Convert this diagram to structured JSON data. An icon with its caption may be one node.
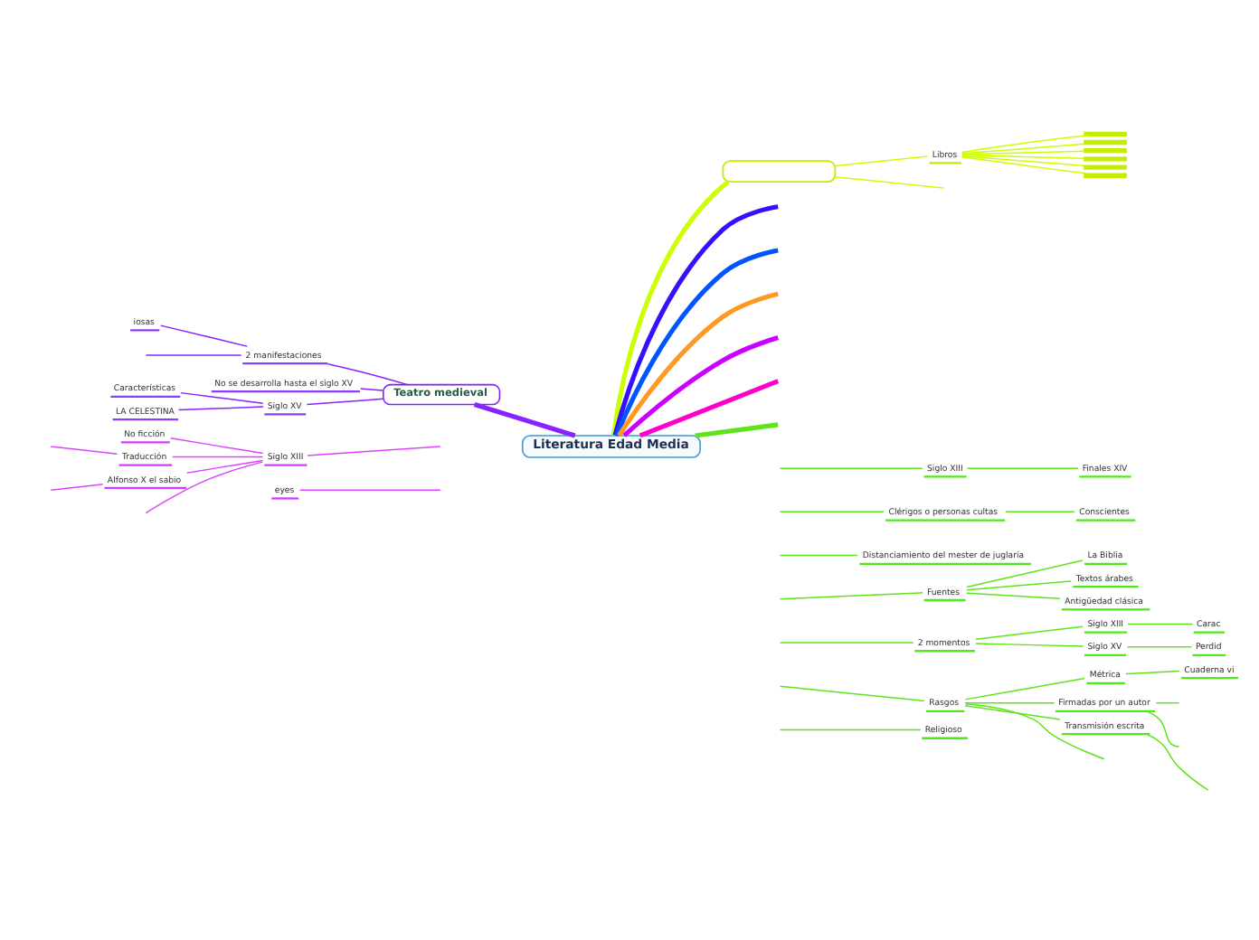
{
  "diagram": {
    "nodes": [
      {
        "text": [
          "Literatura Edad Media"
        ]
      },
      {
        "text": [
          "Teatro medieval"
        ]
      },
      {
        "text": [
          "2 manifestaciones"
        ]
      },
      {
        "text": [
          "iosas"
        ]
      },
      {
        "text": [
          "No se desarrolla hasta el siglo XV"
        ]
      },
      {
        "text": [
          "Siglo XV"
        ]
      },
      {
        "text": [
          "Características"
        ]
      },
      {
        "text": [
          "LA CELESTINA"
        ]
      },
      {
        "text": [
          "Siglo XIII"
        ]
      },
      {
        "text": [
          "No ficción"
        ]
      },
      {
        "text": [
          "Traducción"
        ]
      },
      {
        "text": [
          "Alfonso X el sabio"
        ]
      },
      {
        "text": [
          "eyes"
        ]
      },
      {
        "text": [],
        "shape": "box"
      },
      {
        "text": [
          "Libros"
        ]
      },
      {
        "text": [],
        "shape": "bar"
      },
      {
        "text": [],
        "shape": "bar"
      },
      {
        "text": [],
        "shape": "bar"
      },
      {
        "text": [],
        "shape": "bar"
      },
      {
        "text": [],
        "shape": "bar"
      },
      {
        "text": [],
        "shape": "bar"
      },
      {
        "text": [
          "Siglo XIII"
        ]
      },
      {
        "text": [
          "Finales XIV"
        ]
      },
      {
        "text": [
          "Clérigos o personas cultas"
        ]
      },
      {
        "text": [
          "Conscientes"
        ]
      },
      {
        "text": [
          "Distanciamiento del mester de juglaría"
        ]
      },
      {
        "text": [
          "Fuentes"
        ]
      },
      {
        "text": [
          "La Biblia"
        ]
      },
      {
        "text": [
          "Textos árabes"
        ]
      },
      {
        "text": [
          "Antigüedad clásica"
        ]
      },
      {
        "text": [
          "2 momentos"
        ]
      },
      {
        "text": [
          "Siglo XIII"
        ]
      },
      {
        "text": [
          "Carac"
        ]
      },
      {
        "text": [
          "Siglo XV"
        ]
      },
      {
        "text": [
          "Perdid"
        ]
      },
      {
        "text": [
          "Rasgos"
        ]
      },
      {
        "text": [
          "Métrica"
        ]
      },
      {
        "text": [
          "Cuaderna vi"
        ]
      },
      {
        "text": [
          "Firmadas por un autor"
        ]
      },
      {
        "text": [
          "Transmisión escrita"
        ]
      },
      {
        "text": [
          "Religioso"
        ]
      }
    ],
    "edges": [
      {
        "from": 0,
        "to": null,
        "arrow": "none",
        "style": "thick",
        "color": "#3311ff"
      },
      {
        "from": 0,
        "to": null,
        "arrow": "none",
        "style": "thick",
        "color": "#0055ff"
      },
      {
        "from": 0,
        "to": null,
        "arrow": "none",
        "style": "thick",
        "color": "#ff9922"
      },
      {
        "from": 0,
        "to": 13,
        "arrow": "none",
        "style": "thick",
        "color": "#ccff00"
      },
      {
        "from": 1,
        "to": 0,
        "arrow": "none",
        "style": "thick",
        "color": "#8822ff"
      },
      {
        "from": 0,
        "to": null,
        "arrow": "none",
        "style": "thick",
        "color": "#cc00ff"
      },
      {
        "from": 0,
        "to": null,
        "arrow": "none",
        "style": "thick",
        "color": "#ff00cc"
      },
      {
        "from": 0,
        "to": null,
        "arrow": "none",
        "style": "thick"
      },
      {
        "from": 2,
        "to": 1,
        "arrow": "none",
        "color": "#8822ff"
      },
      {
        "from": 4,
        "to": 1,
        "arrow": "none",
        "color": "#8822ff"
      },
      {
        "from": 5,
        "to": 1,
        "arrow": "none",
        "color": "#8822ff"
      },
      {
        "from": null,
        "to": 2,
        "arrow": "none",
        "color": "#8822ff"
      },
      {
        "from": 3,
        "to": 2,
        "arrow": "none",
        "color": "#8822ff"
      },
      {
        "from": 6,
        "to": 5,
        "arrow": "none",
        "color": "#8822ff"
      },
      {
        "from": 7,
        "to": 5,
        "arrow": "none",
        "color": "#8822ff"
      },
      {
        "from": 8,
        "to": null,
        "arrow": "none",
        "color": "#dd44ff"
      },
      {
        "from": 9,
        "to": 8,
        "arrow": "none",
        "color": "#dd44ff"
      },
      {
        "from": 10,
        "to": 8,
        "arrow": "none",
        "color": "#dd44ff"
      },
      {
        "from": null,
        "to": 10,
        "arrow": "none",
        "color": "#dd44ff"
      },
      {
        "from": 11,
        "to": 8,
        "arrow": "none",
        "color": "#dd44ff"
      },
      {
        "from": null,
        "to": 11,
        "arrow": "none",
        "color": "#dd44ff"
      },
      {
        "from": null,
        "to": 8,
        "arrow": "none",
        "color": "#dd44ff"
      },
      {
        "from": 12,
        "to": null,
        "arrow": "none",
        "color": "#dd44ff"
      },
      {
        "from": 13,
        "to": null,
        "arrow": "none",
        "color": "#ccff00"
      },
      {
        "from": 13,
        "to": 14,
        "arrow": "none",
        "color": "#ccff00"
      },
      {
        "from": 14,
        "to": 15,
        "arrow": "none",
        "color": "#ccff00"
      },
      {
        "from": 14,
        "to": 16,
        "arrow": "none",
        "color": "#ccff00"
      },
      {
        "from": 14,
        "to": 17,
        "arrow": "none",
        "color": "#ccff00"
      },
      {
        "from": 14,
        "to": 18,
        "arrow": "none",
        "color": "#ccff00"
      },
      {
        "from": 14,
        "to": 19,
        "arrow": "none",
        "color": "#ccff00"
      },
      {
        "from": 14,
        "to": 20,
        "arrow": "none",
        "color": "#ccff00"
      },
      {
        "from": null,
        "to": 21,
        "arrow": "none"
      },
      {
        "from": 21,
        "to": 22,
        "arrow": "none"
      },
      {
        "from": null,
        "to": 23,
        "arrow": "none"
      },
      {
        "from": 23,
        "to": 24,
        "arrow": "none"
      },
      {
        "from": null,
        "to": 25,
        "arrow": "none"
      },
      {
        "from": null,
        "to": 26,
        "arrow": "none"
      },
      {
        "from": 26,
        "to": 27,
        "arrow": "none"
      },
      {
        "from": 26,
        "to": 28,
        "arrow": "none"
      },
      {
        "from": 26,
        "to": 29,
        "arrow": "none"
      },
      {
        "from": null,
        "to": 30,
        "arrow": "none"
      },
      {
        "from": 30,
        "to": 31,
        "arrow": "none"
      },
      {
        "from": 31,
        "to": 32,
        "arrow": "none"
      },
      {
        "from": 30,
        "to": 33,
        "arrow": "none"
      },
      {
        "from": 33,
        "to": 34,
        "arrow": "none"
      },
      {
        "from": null,
        "to": 35,
        "arrow": "none"
      },
      {
        "from": 35,
        "to": 36,
        "arrow": "none"
      },
      {
        "from": 36,
        "to": 37,
        "arrow": "none"
      },
      {
        "from": 35,
        "to": 38,
        "arrow": "none"
      },
      {
        "from": 38,
        "to": null,
        "arrow": "none"
      },
      {
        "from": 38,
        "to": null,
        "arrow": "none"
      },
      {
        "from": 35,
        "to": 39,
        "arrow": "none"
      },
      {
        "from": 39,
        "to": null,
        "arrow": "none"
      },
      {
        "from": 35,
        "to": null,
        "arrow": "none"
      },
      {
        "from": null,
        "to": 40,
        "arrow": "none"
      }
    ]
  }
}
